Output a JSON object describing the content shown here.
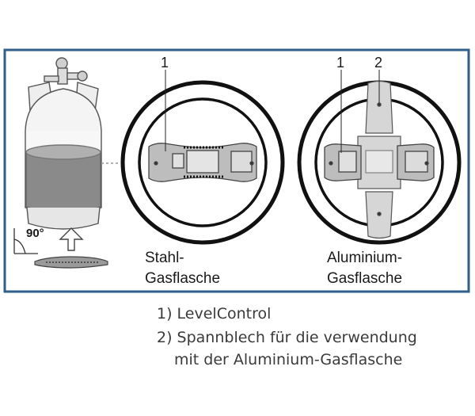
{
  "diagram": {
    "angle_label": "90°",
    "steel": {
      "callout": "1",
      "caption_line1": "Stahl-",
      "caption_line2": "Gasflasche"
    },
    "aluminium": {
      "callout_1": "1",
      "callout_2": "2",
      "caption_line1": "Aluminium-",
      "caption_line2": "Gasflasche"
    }
  },
  "legend": {
    "item_1": "1) LevelControl",
    "item_2_line1": "2) Spannblech für die verwendung",
    "item_2_line2": "mit der Aluminium-Gasflasche"
  },
  "colors": {
    "frame": "#2f5f8a",
    "gas_fill": "#8a8a8a",
    "device": "#bdbdbd",
    "plate": "#d6d6d6"
  }
}
